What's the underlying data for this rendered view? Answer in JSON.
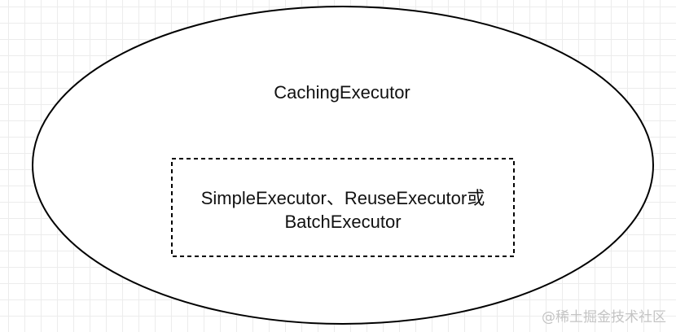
{
  "outer": {
    "label": "CachingExecutor"
  },
  "inner": {
    "line1": "SimpleExecutor、ReuseExecutor或",
    "line2": "BatchExecutor"
  },
  "watermark": {
    "text": "@稀土掘金技术社区"
  },
  "colors": {
    "stroke": "#000000",
    "text": "#111111",
    "grid": "#ececec",
    "watermark": "#c4c4c4"
  }
}
